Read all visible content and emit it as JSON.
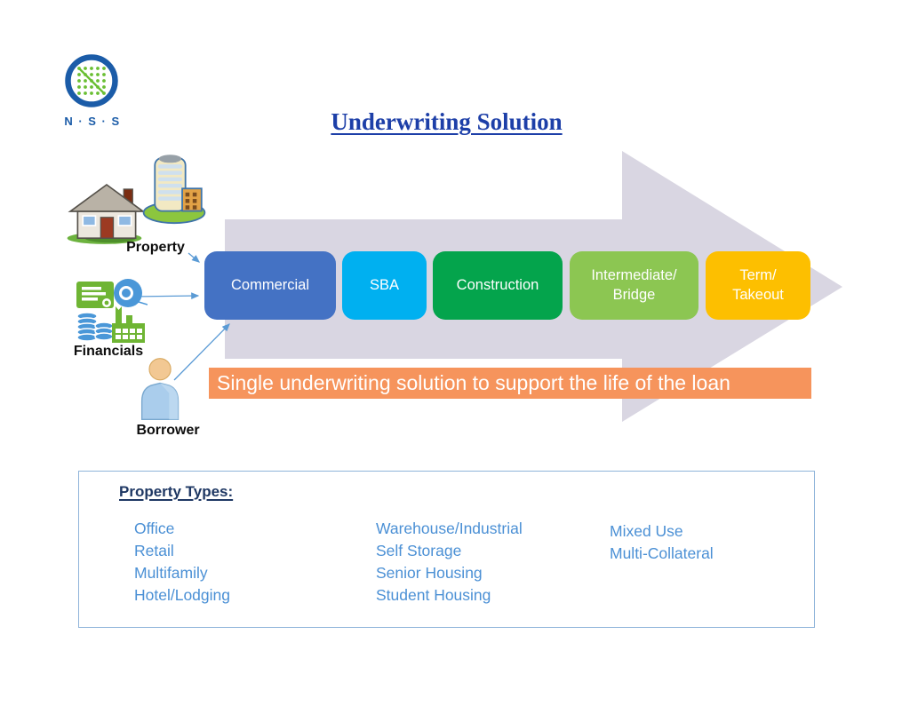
{
  "logo": {
    "text": "N · S · S"
  },
  "title": "Underwriting Solution",
  "inputs": [
    {
      "label": "Property"
    },
    {
      "label": "Financials"
    },
    {
      "label": "Borrower"
    }
  ],
  "stages": [
    {
      "lines": [
        "Commercial"
      ],
      "color": "#4472c4"
    },
    {
      "lines": [
        "SBA"
      ],
      "color": "#00b0f0"
    },
    {
      "lines": [
        "Construction"
      ],
      "color": "#04a44c"
    },
    {
      "lines": [
        "Intermediate/",
        "Bridge"
      ],
      "color": "#8cc652"
    },
    {
      "lines": [
        "Term/",
        "Takeout"
      ],
      "color": "#fdbf00"
    }
  ],
  "banner": {
    "text": "Single underwriting solution to support the life of the loan",
    "color": "#f6945c"
  },
  "property_types": {
    "heading": "Property Types:",
    "columns": [
      {
        "items": [
          "Office",
          "Retail",
          "Multifamily",
          "Hotel/Lodging"
        ]
      },
      {
        "items": [
          "Warehouse/Industrial",
          "Self Storage",
          "Senior Housing",
          "Student Housing"
        ]
      },
      {
        "items": [
          "Mixed Use",
          "Multi-Collateral"
        ]
      }
    ]
  },
  "colors": {
    "title_blue": "#1d3fa8",
    "arrow_gray": "#d9d6e2",
    "connector_blue": "#5b9bd5",
    "heading_navy": "#1f3864",
    "list_blue": "#4b90d5",
    "box_border_blue": "#8fb4da",
    "logo_blue": "#1b5ca8",
    "logo_green": "#6abf33",
    "banner_orange": "#f6945c"
  }
}
